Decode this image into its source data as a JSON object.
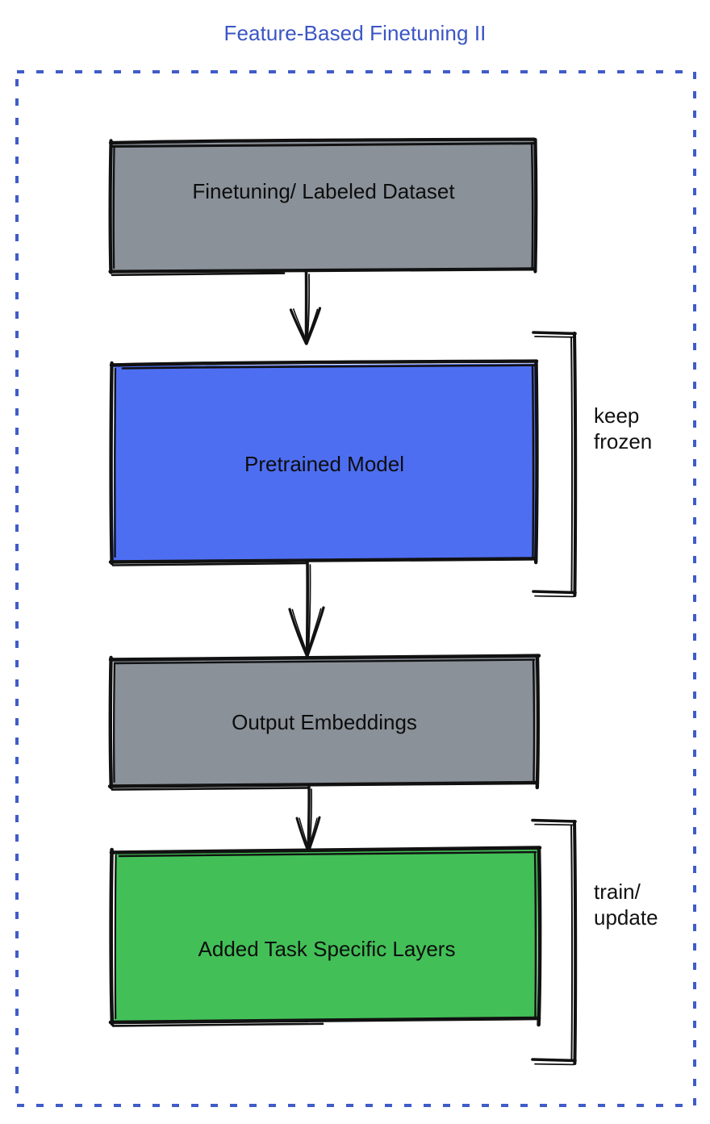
{
  "title": "Feature-Based Finetuning II",
  "colors": {
    "title_blue": "#3b56c4",
    "frame_dashed_blue": "#3f5cc9",
    "gray_fill": "#8a9199",
    "blue_fill": "#4e6ef2",
    "green_fill": "#42c057",
    "stroke_black": "#111111",
    "text_black": "#0d0d0d"
  },
  "frame": {
    "name": "dashed-container",
    "style": "dashed",
    "color": "#3f5cc9"
  },
  "nodes": [
    {
      "id": "dataset",
      "label": "Finetuning/ Labeled Dataset",
      "fill": "#8a9199",
      "shape": "rectangle"
    },
    {
      "id": "pretrained-model",
      "label": "Pretrained Model",
      "fill": "#4e6ef2",
      "shape": "rectangle"
    },
    {
      "id": "output-embeddings",
      "label": "Output Embeddings",
      "fill": "#8a9199",
      "shape": "rectangle"
    },
    {
      "id": "task-layers",
      "label": "Added Task Specific Layers",
      "fill": "#42c057",
      "shape": "rectangle"
    }
  ],
  "edges": [
    {
      "id": "edge-dataset-to-model",
      "from": "dataset",
      "to": "pretrained-model",
      "label": "",
      "arrow": "open-v"
    },
    {
      "id": "edge-model-to-embeddings",
      "from": "pretrained-model",
      "to": "output-embeddings",
      "label": "",
      "arrow": "open-v"
    },
    {
      "id": "edge-embeddings-to-layers",
      "from": "output-embeddings",
      "to": "task-layers",
      "label": "",
      "arrow": "open-v"
    }
  ],
  "annotations": [
    {
      "id": "keep-frozen",
      "label": "keep\nfrozen",
      "target": "pretrained-model",
      "bracket": "right"
    },
    {
      "id": "train-update",
      "label": "train/\nupdate",
      "target": "task-layers",
      "bracket": "right"
    }
  ]
}
